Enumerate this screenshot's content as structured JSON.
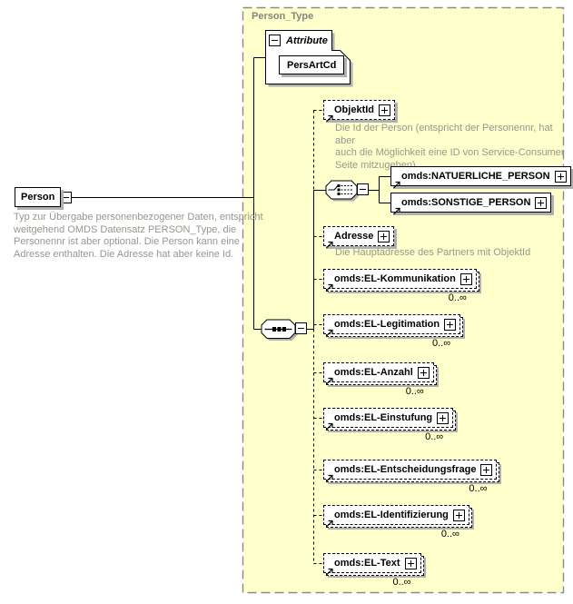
{
  "container": {
    "label": "Person_Type"
  },
  "attributes": {
    "section_label": "Attribute",
    "items": [
      {
        "name": "PersArtCd"
      }
    ]
  },
  "root": {
    "name": "Person",
    "annotation": "Typ zur Übergabe personenbezogener Daten, entspricht\nweitgehend OMDS Datensatz PERSON_Type, die\nPersonennr ist aber optional. Die Person kann eine\nAdresse enthalten. Die Adresse hat aber keine Id."
  },
  "compositors": {
    "sequence": "sequence",
    "choice": "choice"
  },
  "elements": [
    {
      "name": "ObjektId",
      "optional": true,
      "annotation": "Die Id der Person (entspricht der Personennr, hat aber\nauch die Möglichkeit eine ID von Service-Consumer\nSeite mitzugeben)"
    },
    {
      "name": "omds:NATUERLICHE_PERSON"
    },
    {
      "name": "omds:SONSTIGE_PERSON"
    },
    {
      "name": "Adresse",
      "optional": true,
      "annotation": "Die Hauptadresse des Partners mit ObjektId"
    },
    {
      "name": "omds:EL-Kommunikation",
      "occurrence": "0..∞"
    },
    {
      "name": "omds:EL-Legitimation",
      "occurrence": "0..∞"
    },
    {
      "name": "omds:EL-Anzahl",
      "occurrence": "0..∞"
    },
    {
      "name": "omds:EL-Einstufung",
      "occurrence": "0..∞"
    },
    {
      "name": "omds:EL-Entscheidungsfrage",
      "occurrence": "0..∞"
    },
    {
      "name": "omds:EL-Identifizierung",
      "occurrence": "0..∞"
    },
    {
      "name": "omds:EL-Text",
      "occurrence": "0..∞"
    }
  ],
  "colors": {
    "container_bg": "#ffffcc",
    "container_border": "#8a8a8a",
    "annotation_text": "#97978f",
    "container_label_text": "#84847c",
    "box_shadow": "#b0b0b0",
    "line": "#000000"
  }
}
